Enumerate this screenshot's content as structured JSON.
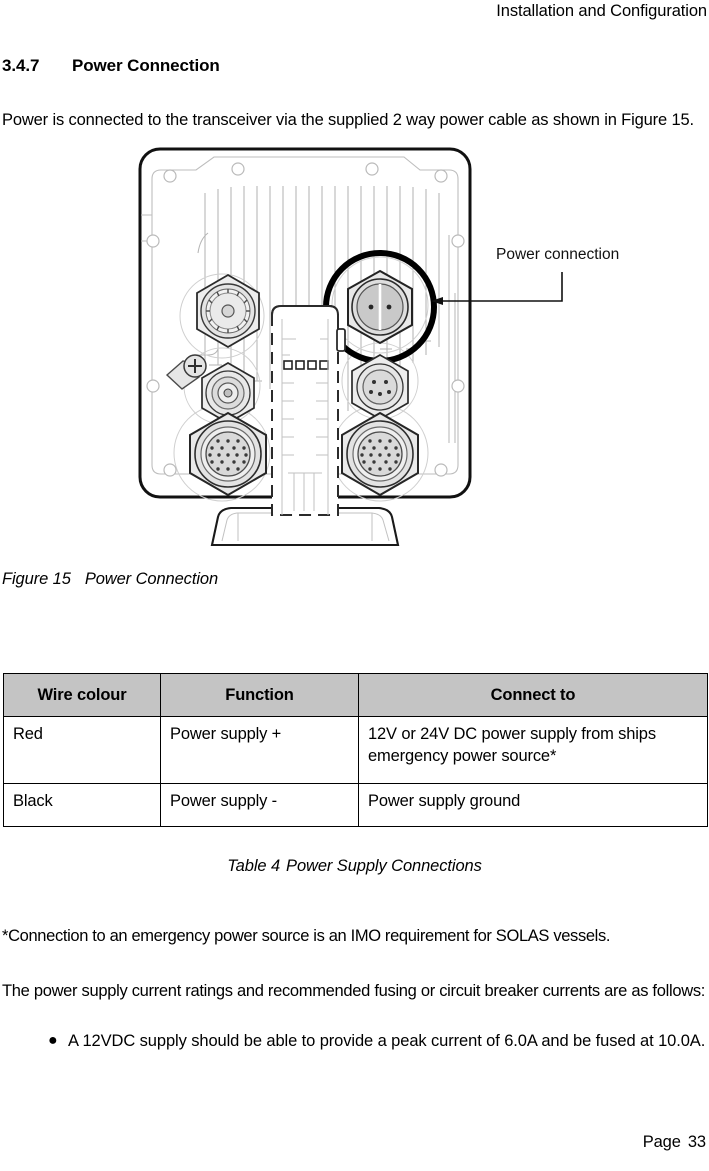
{
  "header": {
    "running_title": "Installation and Configuration"
  },
  "section": {
    "number": "3.4.7",
    "title": "Power Connection"
  },
  "intro": {
    "paragraph": "Power is connected to the transceiver via the supplied 2 way power cable as shown in Figure 15."
  },
  "figure": {
    "callout_label": "Power connection",
    "caption_number": "Figure 15",
    "caption_text": "Power Connection",
    "alt": "Rear view of transceiver showing connector panel with power connection highlighted"
  },
  "table": {
    "headers": [
      "Wire colour",
      "Function",
      "Connect to"
    ],
    "rows": [
      {
        "wire_colour": "Red",
        "function": "Power supply +",
        "connect_to": "12V or 24V DC power supply from ships emergency power source*"
      },
      {
        "wire_colour": "Black",
        "function": "Power supply -",
        "connect_to": "Power supply ground"
      }
    ],
    "caption_number": "Table 4",
    "caption_text": "Power Supply Connections"
  },
  "notes": {
    "footnote": "*Connection to an emergency power source is an IMO requirement for SOLAS vessels.",
    "ratings_intro": "The power supply current ratings and recommended fusing or circuit breaker currents are as follows:",
    "bullets": [
      "A 12VDC supply should be able to provide a peak current of 6.0A and be fused at 10.0A."
    ],
    "bullet_glyph": "●"
  },
  "footer": {
    "page_label": "Page",
    "page_number": "33"
  },
  "colors": {
    "text": "#000000",
    "table_header_fill": "#c4c4c4",
    "table_border": "#000000",
    "drawing_line": "#000000",
    "drawing_light_line": "#b9b9b9",
    "connector_fill": "#e9e9e9",
    "connector_mid": "#c9c9c9",
    "page_background": "#ffffff"
  }
}
